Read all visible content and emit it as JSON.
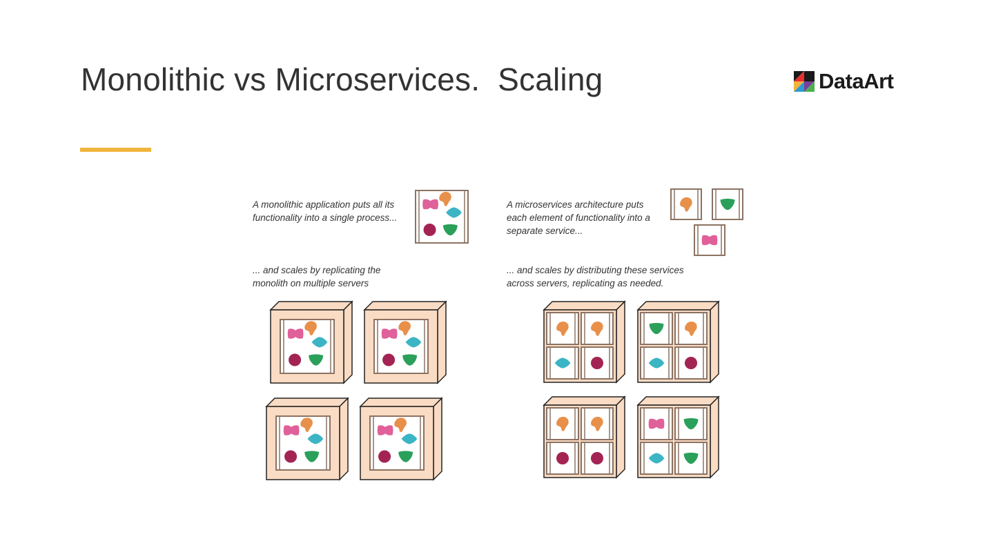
{
  "slide": {
    "title": "Monolithic vs Microservices.  Scaling",
    "accent_color": "#F0B43C",
    "logo_text": "DataArt"
  },
  "captions": {
    "mono_intro": "A monolithic application puts all its\nfunctionality into a single process...",
    "mono_scale": "... and scales by replicating the\nmonolith on multiple servers",
    "micro_intro": "A microservices architecture puts\neach element of functionality into a\nseparate service...",
    "micro_scale": "... and scales by distributing these services\nacross servers, replicating as needed."
  },
  "colors": {
    "server_face": "#FADBC3",
    "frame": "#8B7262",
    "pink": "#E0609A",
    "orange": "#E8904A",
    "teal": "#3BB5C4",
    "maroon": "#A32453",
    "green": "#2BA05A"
  },
  "monolith_servers": 4,
  "microservice_servers": [
    [
      "orange",
      "orange",
      "teal",
      "maroon"
    ],
    [
      "green",
      "orange",
      "teal",
      "maroon"
    ],
    [
      "orange",
      "orange",
      "maroon",
      "maroon"
    ],
    [
      "pink",
      "green",
      "teal",
      "green"
    ]
  ],
  "standalone_services": [
    "orange",
    "green",
    "pink"
  ]
}
